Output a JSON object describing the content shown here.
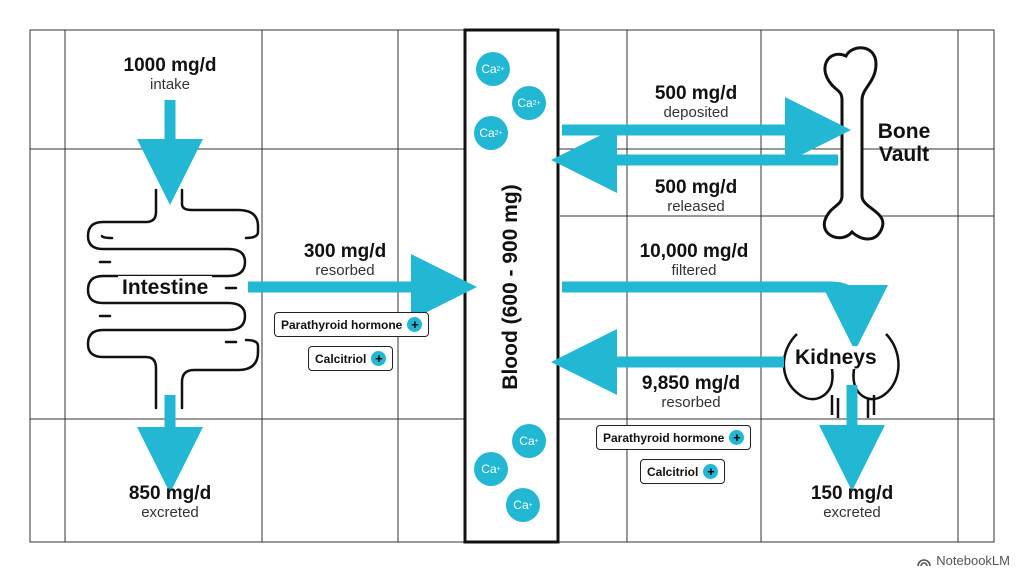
{
  "flows": {
    "intake": {
      "value": "1000 mg/d",
      "label": "intake"
    },
    "intestine_excreted": {
      "value": "850 mg/d",
      "label": "excreted"
    },
    "intestine_resorbed": {
      "value": "300 mg/d",
      "label": "resorbed"
    },
    "bone_deposited": {
      "value": "500 mg/d",
      "label": "deposited"
    },
    "bone_released": {
      "value": "500 mg/d",
      "label": "released"
    },
    "kidney_filtered": {
      "value": "10,000 mg/d",
      "label": "filtered"
    },
    "kidney_resorbed": {
      "value": "9,850 mg/d",
      "label": "resorbed"
    },
    "kidney_excreted": {
      "value": "150 mg/d",
      "label": "excreted"
    }
  },
  "organs": {
    "intestine": "Intestine",
    "bone": "Bone\nVault",
    "kidneys": "Kidneys",
    "blood": "Blood (600 - 900 mg)"
  },
  "regulators": {
    "intestine": [
      "Parathyroid hormone",
      "Calcitriol"
    ],
    "kidney": [
      "Parathyroid hormone",
      "Calcitriol"
    ],
    "plus_symbol": "+"
  },
  "ions": {
    "top": {
      "base": "Ca",
      "charge": "2+"
    },
    "bottom": {
      "base": "Ca",
      "charge": "+"
    }
  },
  "brand": "NotebookLM",
  "colors": {
    "accent": "#22b8d4",
    "line": "#111111",
    "grid": "#333333"
  }
}
